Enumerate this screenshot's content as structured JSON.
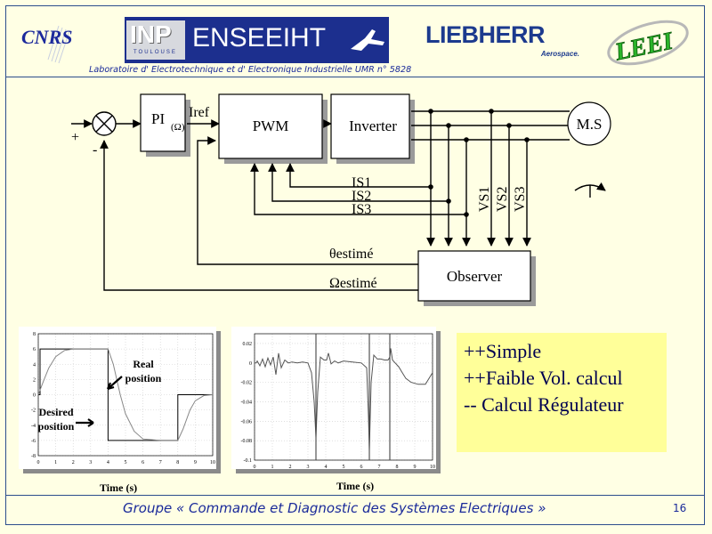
{
  "header": {
    "logos": {
      "cnrs": "CNRS",
      "inp": "INP",
      "inp_sub": "TOULOUSE",
      "enseeiht": "ENSEEIHT",
      "liebherr": "LIEBHERR",
      "liebherr_sub": "Aerospace.",
      "leei": "LEEI"
    },
    "lab_name": "Laboratoire d' Electrotechnique et d' Electronique Industrielle UMR n° 5828"
  },
  "diagram": {
    "plus": "+",
    "minus": "-",
    "pi": "PI",
    "pi_sub": "(Ω)",
    "iref": "Iref",
    "pwm": "PWM",
    "inverter": "Inverter",
    "motor": "M.S",
    "is1": "IS1",
    "is2": "IS2",
    "is3": "IS3",
    "vs1": "VS1",
    "vs2": "VS2",
    "vs3": "VS3",
    "observer": "Observer",
    "theta_est": "θestimé",
    "omega_est": "Ωestimé"
  },
  "chart_data": [
    {
      "type": "line",
      "xlim": [
        0,
        10
      ],
      "ylim": [
        -8,
        8
      ],
      "x_ticks": [
        "0",
        "1",
        "2",
        "3",
        "4",
        "5",
        "6",
        "7",
        "8",
        "9",
        "10"
      ],
      "y_ticks": [
        "8",
        "6",
        "4",
        "2",
        "0",
        "-2",
        "-4",
        "-6",
        "-8"
      ],
      "xlabel": "Time (s)",
      "grid": true,
      "series": [
        {
          "name": "Desired position",
          "x": [
            0,
            0.1,
            0.1,
            4,
            4,
            8,
            8,
            10
          ],
          "y": [
            0,
            0,
            6,
            6,
            -6,
            -6,
            0,
            0
          ]
        },
        {
          "name": "Real position",
          "x": [
            0,
            0.3,
            0.6,
            1,
            1.5,
            2,
            3,
            4,
            4.3,
            4.7,
            5,
            5.5,
            6,
            7,
            8,
            8.3,
            8.7,
            9,
            9.5,
            10
          ],
          "y": [
            0,
            1.8,
            3.5,
            5,
            5.8,
            6,
            6,
            6,
            4,
            0,
            -2.5,
            -4.8,
            -5.8,
            -6,
            -6,
            -4.5,
            -2,
            -0.8,
            -0.1,
            0
          ]
        }
      ],
      "annotations": {
        "real": [
          "Real",
          "position"
        ],
        "desired": [
          "Desired",
          "position"
        ]
      }
    },
    {
      "type": "line",
      "xlim": [
        0,
        10
      ],
      "ylim": [
        -0.1,
        0.03
      ],
      "x_ticks": [
        "0",
        "1",
        "2",
        "3",
        "4",
        "5",
        "6",
        "7",
        "8",
        "9",
        "10"
      ],
      "y_ticks": [
        "0.02",
        "0",
        "-0.02",
        "-0.04",
        "-0.06",
        "-0.08",
        "-0.1"
      ],
      "xlabel": "Time (s)",
      "grid": true,
      "series": [
        {
          "x": [
            0,
            0.1,
            0.15,
            0.3,
            0.45,
            0.6,
            0.75,
            0.9,
            1.05,
            1.2,
            1.35,
            1.5,
            1.7,
            1.9,
            2.1,
            2.4,
            2.7,
            3,
            3.2,
            3.35,
            3.45,
            3.55,
            3.7,
            3.9,
            4.05,
            4.15,
            4.3,
            4.5,
            4.7,
            5,
            5.5,
            6,
            6.3,
            6.4,
            6.45,
            6.55,
            6.7,
            6.9,
            7.1,
            7.3,
            7.5,
            7.6,
            7.65,
            7.75,
            7.9,
            8.1,
            8.3,
            8.5,
            8.8,
            9.2,
            9.6,
            10
          ],
          "y": [
            0,
            0,
            0.002,
            -0.003,
            0.004,
            -0.004,
            0.005,
            -0.002,
            0.006,
            -0.012,
            0.01,
            -0.005,
            0.003,
            0,
            0.001,
            0,
            0.001,
            0,
            -0.01,
            -0.04,
            -0.077,
            -0.03,
            0.006,
            0.003,
            0.003,
            0.01,
            -0.001,
            0.002,
            0,
            0.002,
            0.001,
            0,
            -0.005,
            -0.055,
            -0.09,
            -0.02,
            0.008,
            0.004,
            0.004,
            0.003,
            0.003,
            0.006,
            0.015,
            0.003,
            0,
            -0.004,
            -0.01,
            -0.016,
            -0.02,
            -0.022,
            -0.022,
            -0.01
          ]
        }
      ],
      "spikes_x": [
        3.45,
        6.45,
        7.6
      ]
    }
  ],
  "note": {
    "lines": [
      "++Simple",
      "++Faible Vol. calcul",
      "-- Calcul Régulateur"
    ]
  },
  "footer": {
    "text": "Groupe « Commande et Diagnostic des Systèmes Electriques »",
    "page": "16"
  }
}
